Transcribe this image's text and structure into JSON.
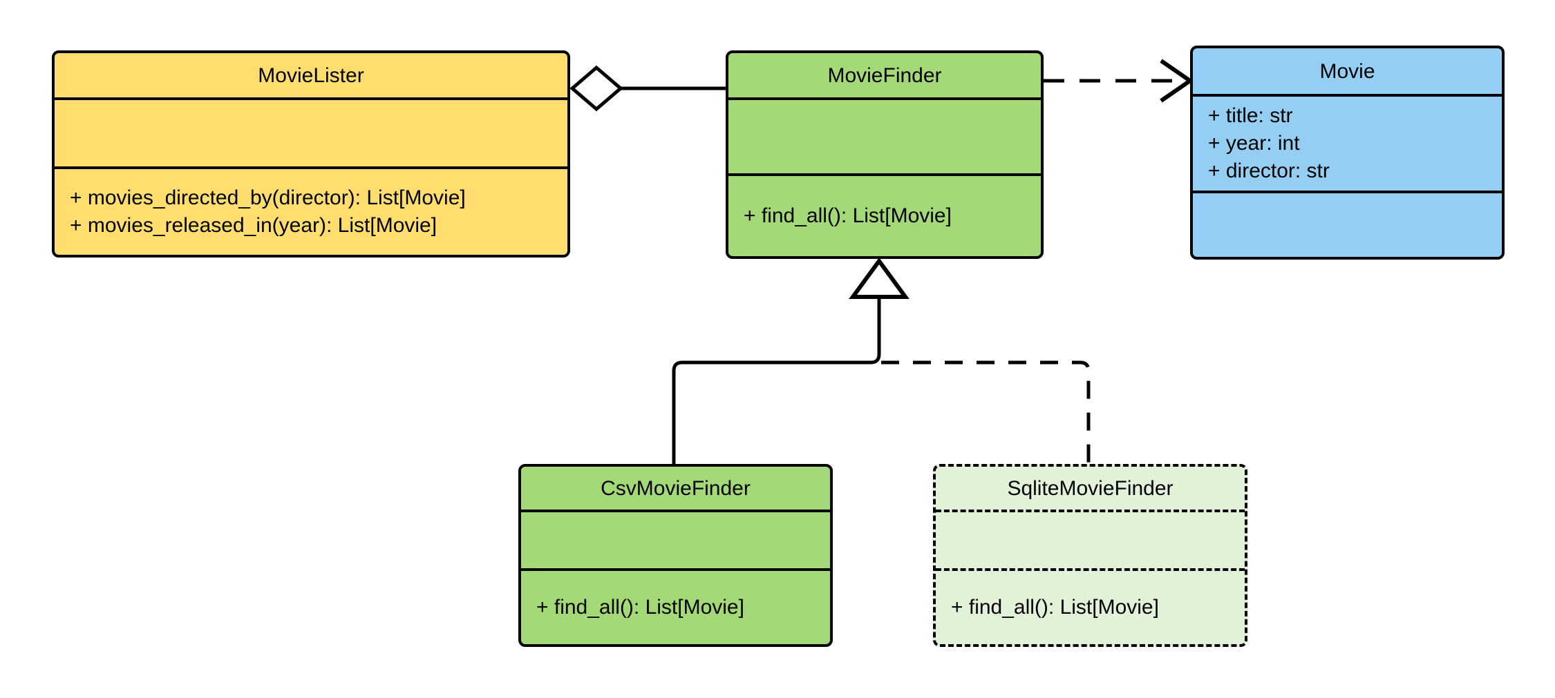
{
  "diagram": {
    "title": "MovieLister dependency injection UML class diagram",
    "type": "uml-class-diagram",
    "background_color": "#ffffff",
    "line_color": "#000000"
  },
  "classes": [
    {
      "id": "movie-lister",
      "name": "MovieLister",
      "fill_color": "#ffdd6e",
      "border_style": "solid",
      "attributes": [],
      "methods": [
        "+ movies_directed_by(director): List[Movie]",
        "+ movies_released_in(year): List[Movie]"
      ]
    },
    {
      "id": "movie-finder",
      "name": "MovieFinder",
      "fill_color": "#a3d977",
      "border_style": "solid",
      "attributes": [],
      "methods": [
        "+ find_all(): List[Movie]"
      ]
    },
    {
      "id": "movie",
      "name": "Movie",
      "fill_color": "#94cef2",
      "border_style": "solid",
      "attributes": [
        "+ title: str",
        "+ year: int",
        "+ director: str"
      ],
      "methods": []
    },
    {
      "id": "csv-movie-finder",
      "name": "CsvMovieFinder",
      "fill_color": "#a3d977",
      "border_style": "solid",
      "attributes": [],
      "methods": [
        "+ find_all(): List[Movie]"
      ]
    },
    {
      "id": "sqlite-movie-finder",
      "name": "SqliteMovieFinder",
      "fill_color": "#e2f2d8",
      "border_style": "dashed",
      "attributes": [],
      "methods": [
        "+ find_all(): List[Movie]"
      ]
    }
  ],
  "relationships": [
    {
      "id": "aggregation-lister-finder",
      "type": "aggregation",
      "from": "MovieLister",
      "to": "MovieFinder",
      "line_style": "solid",
      "end_marker": "hollow-diamond"
    },
    {
      "id": "dependency-finder-movie",
      "type": "dependency",
      "from": "MovieFinder",
      "to": "Movie",
      "line_style": "dashed",
      "end_marker": "open-arrow"
    },
    {
      "id": "generalization-csv-finder",
      "type": "generalization",
      "from": "CsvMovieFinder",
      "to": "MovieFinder",
      "line_style": "solid",
      "end_marker": "hollow-triangle"
    },
    {
      "id": "generalization-sqlite-finder",
      "type": "generalization",
      "from": "SqliteMovieFinder",
      "to": "MovieFinder",
      "line_style": "dashed",
      "end_marker": "hollow-triangle"
    }
  ]
}
